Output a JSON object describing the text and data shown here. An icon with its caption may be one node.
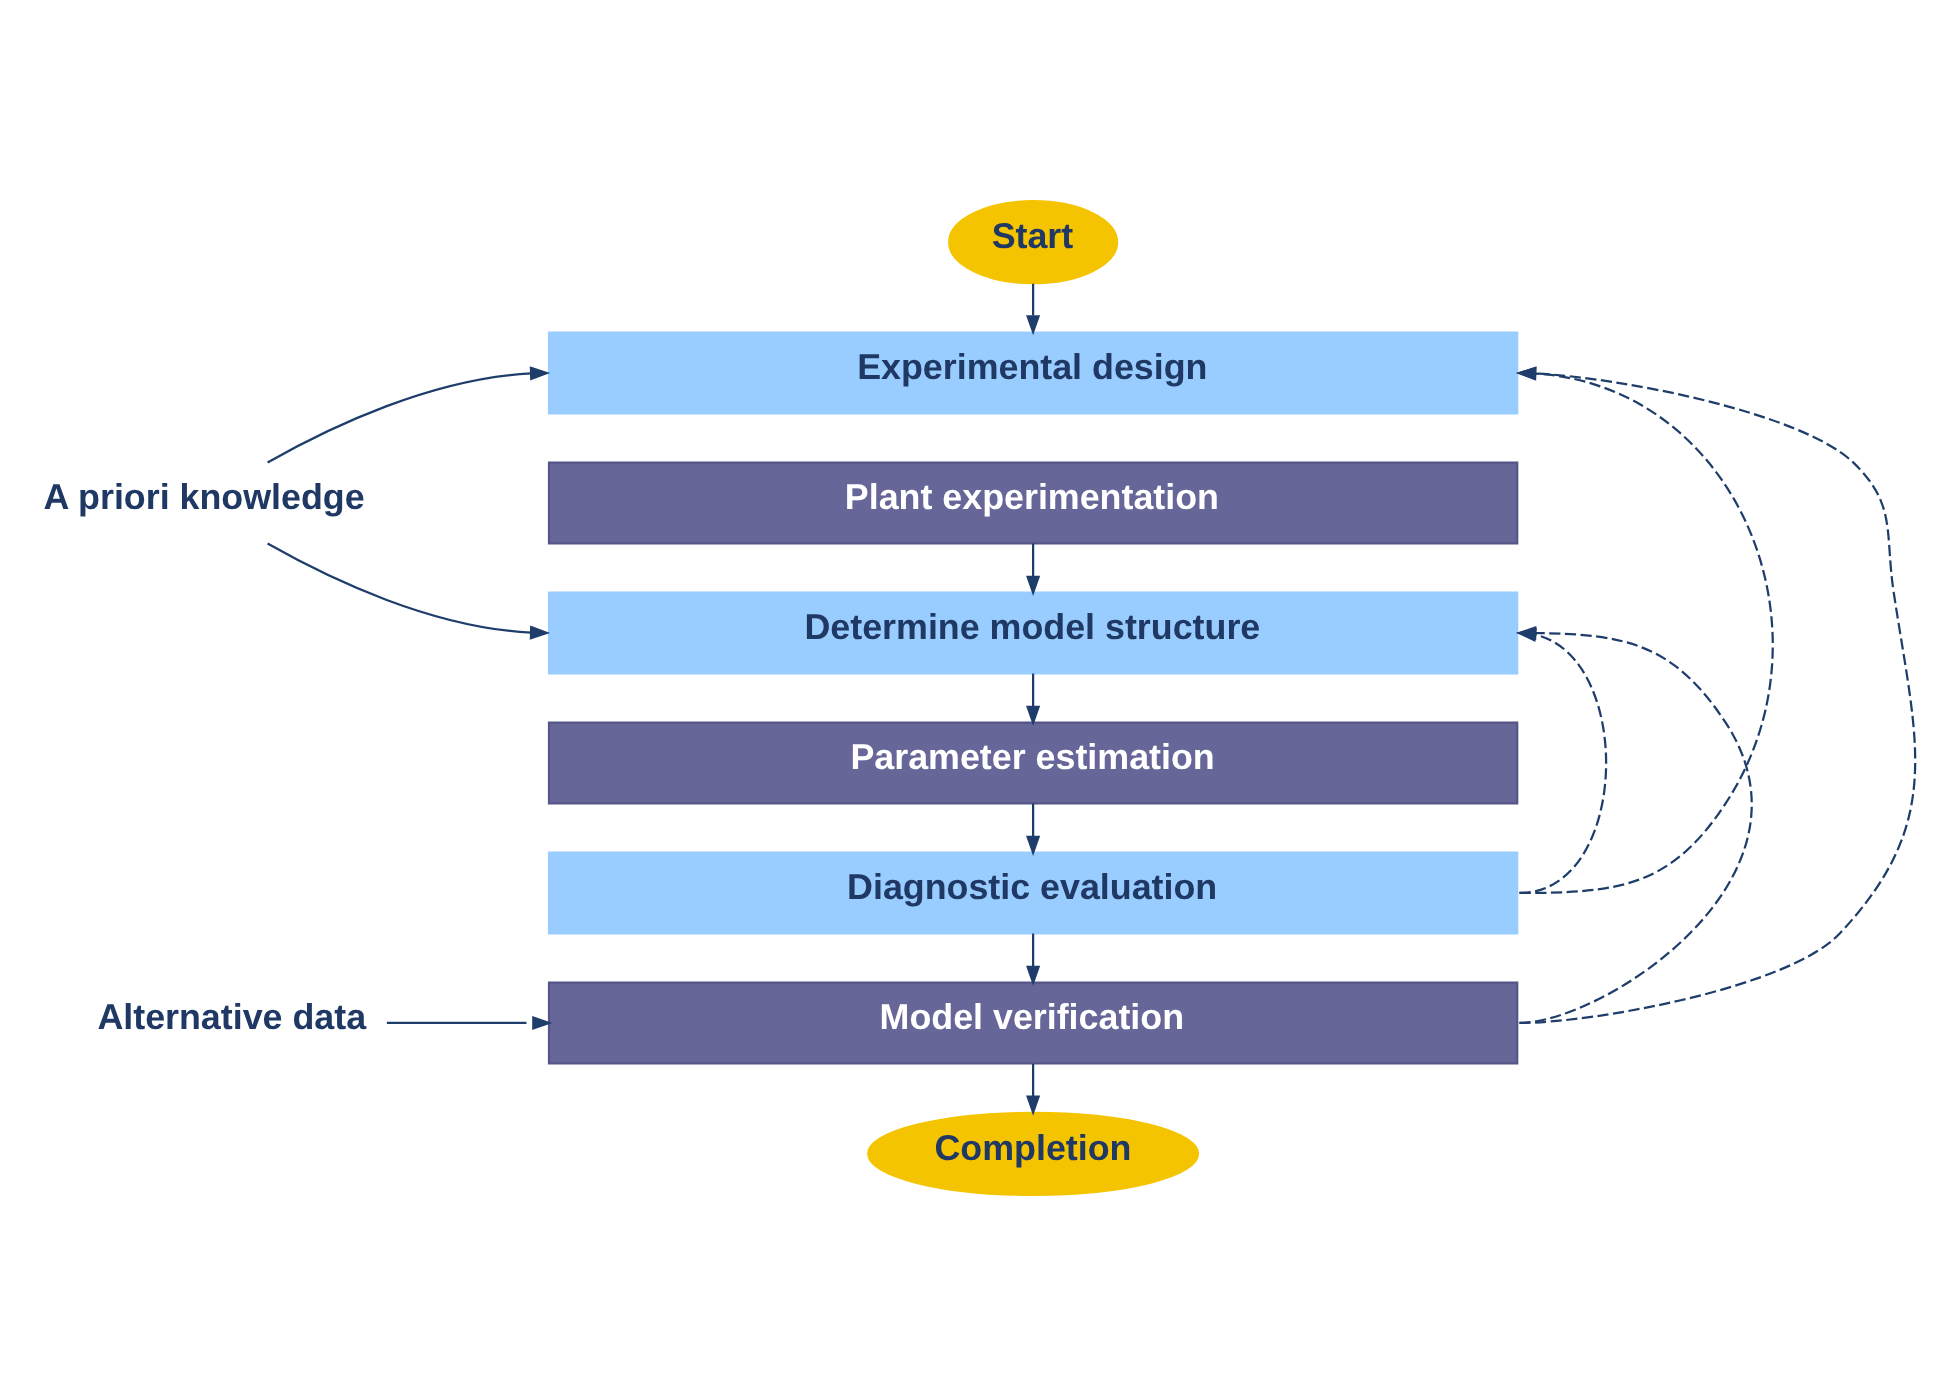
{
  "diagram": {
    "nodes": [
      {
        "text": [
          "Start"
        ]
      },
      {
        "text": [
          "A priori knowledge"
        ]
      },
      {
        "text": [
          "Experimental design"
        ]
      },
      {
        "text": [
          "Plant experimentation"
        ]
      },
      {
        "text": [
          "Determine model structure"
        ]
      },
      {
        "text": [
          "Parameter estimation"
        ]
      },
      {
        "text": [
          "Diagnostic evaluation"
        ]
      },
      {
        "text": [
          "Alternative data"
        ]
      },
      {
        "text": [
          "Model verification"
        ]
      },
      {
        "text": [
          "Completion"
        ]
      }
    ],
    "edges": [
      {
        "from": 0,
        "to": 2,
        "arrow": "to"
      },
      {
        "from": 1,
        "to": 2,
        "arrow": "to"
      },
      {
        "from": 1,
        "to": 4,
        "arrow": "to"
      },
      {
        "from": 3,
        "to": 4,
        "arrow": "to"
      },
      {
        "from": 4,
        "to": 5,
        "arrow": "to"
      },
      {
        "from": 5,
        "to": 6,
        "arrow": "to"
      },
      {
        "from": 6,
        "to": 8,
        "arrow": "to"
      },
      {
        "from": 7,
        "to": 8,
        "arrow": "to"
      },
      {
        "from": 8,
        "to": 9,
        "arrow": "to"
      },
      {
        "from": 6,
        "to": 2,
        "arrow": "to",
        "style": "dashed"
      },
      {
        "from": 6,
        "to": 4,
        "arrow": "to",
        "style": "dashed"
      },
      {
        "from": 8,
        "to": 2,
        "arrow": "to",
        "style": "dashed"
      },
      {
        "from": 8,
        "to": 4,
        "arrow": "to",
        "style": "dashed"
      }
    ]
  }
}
